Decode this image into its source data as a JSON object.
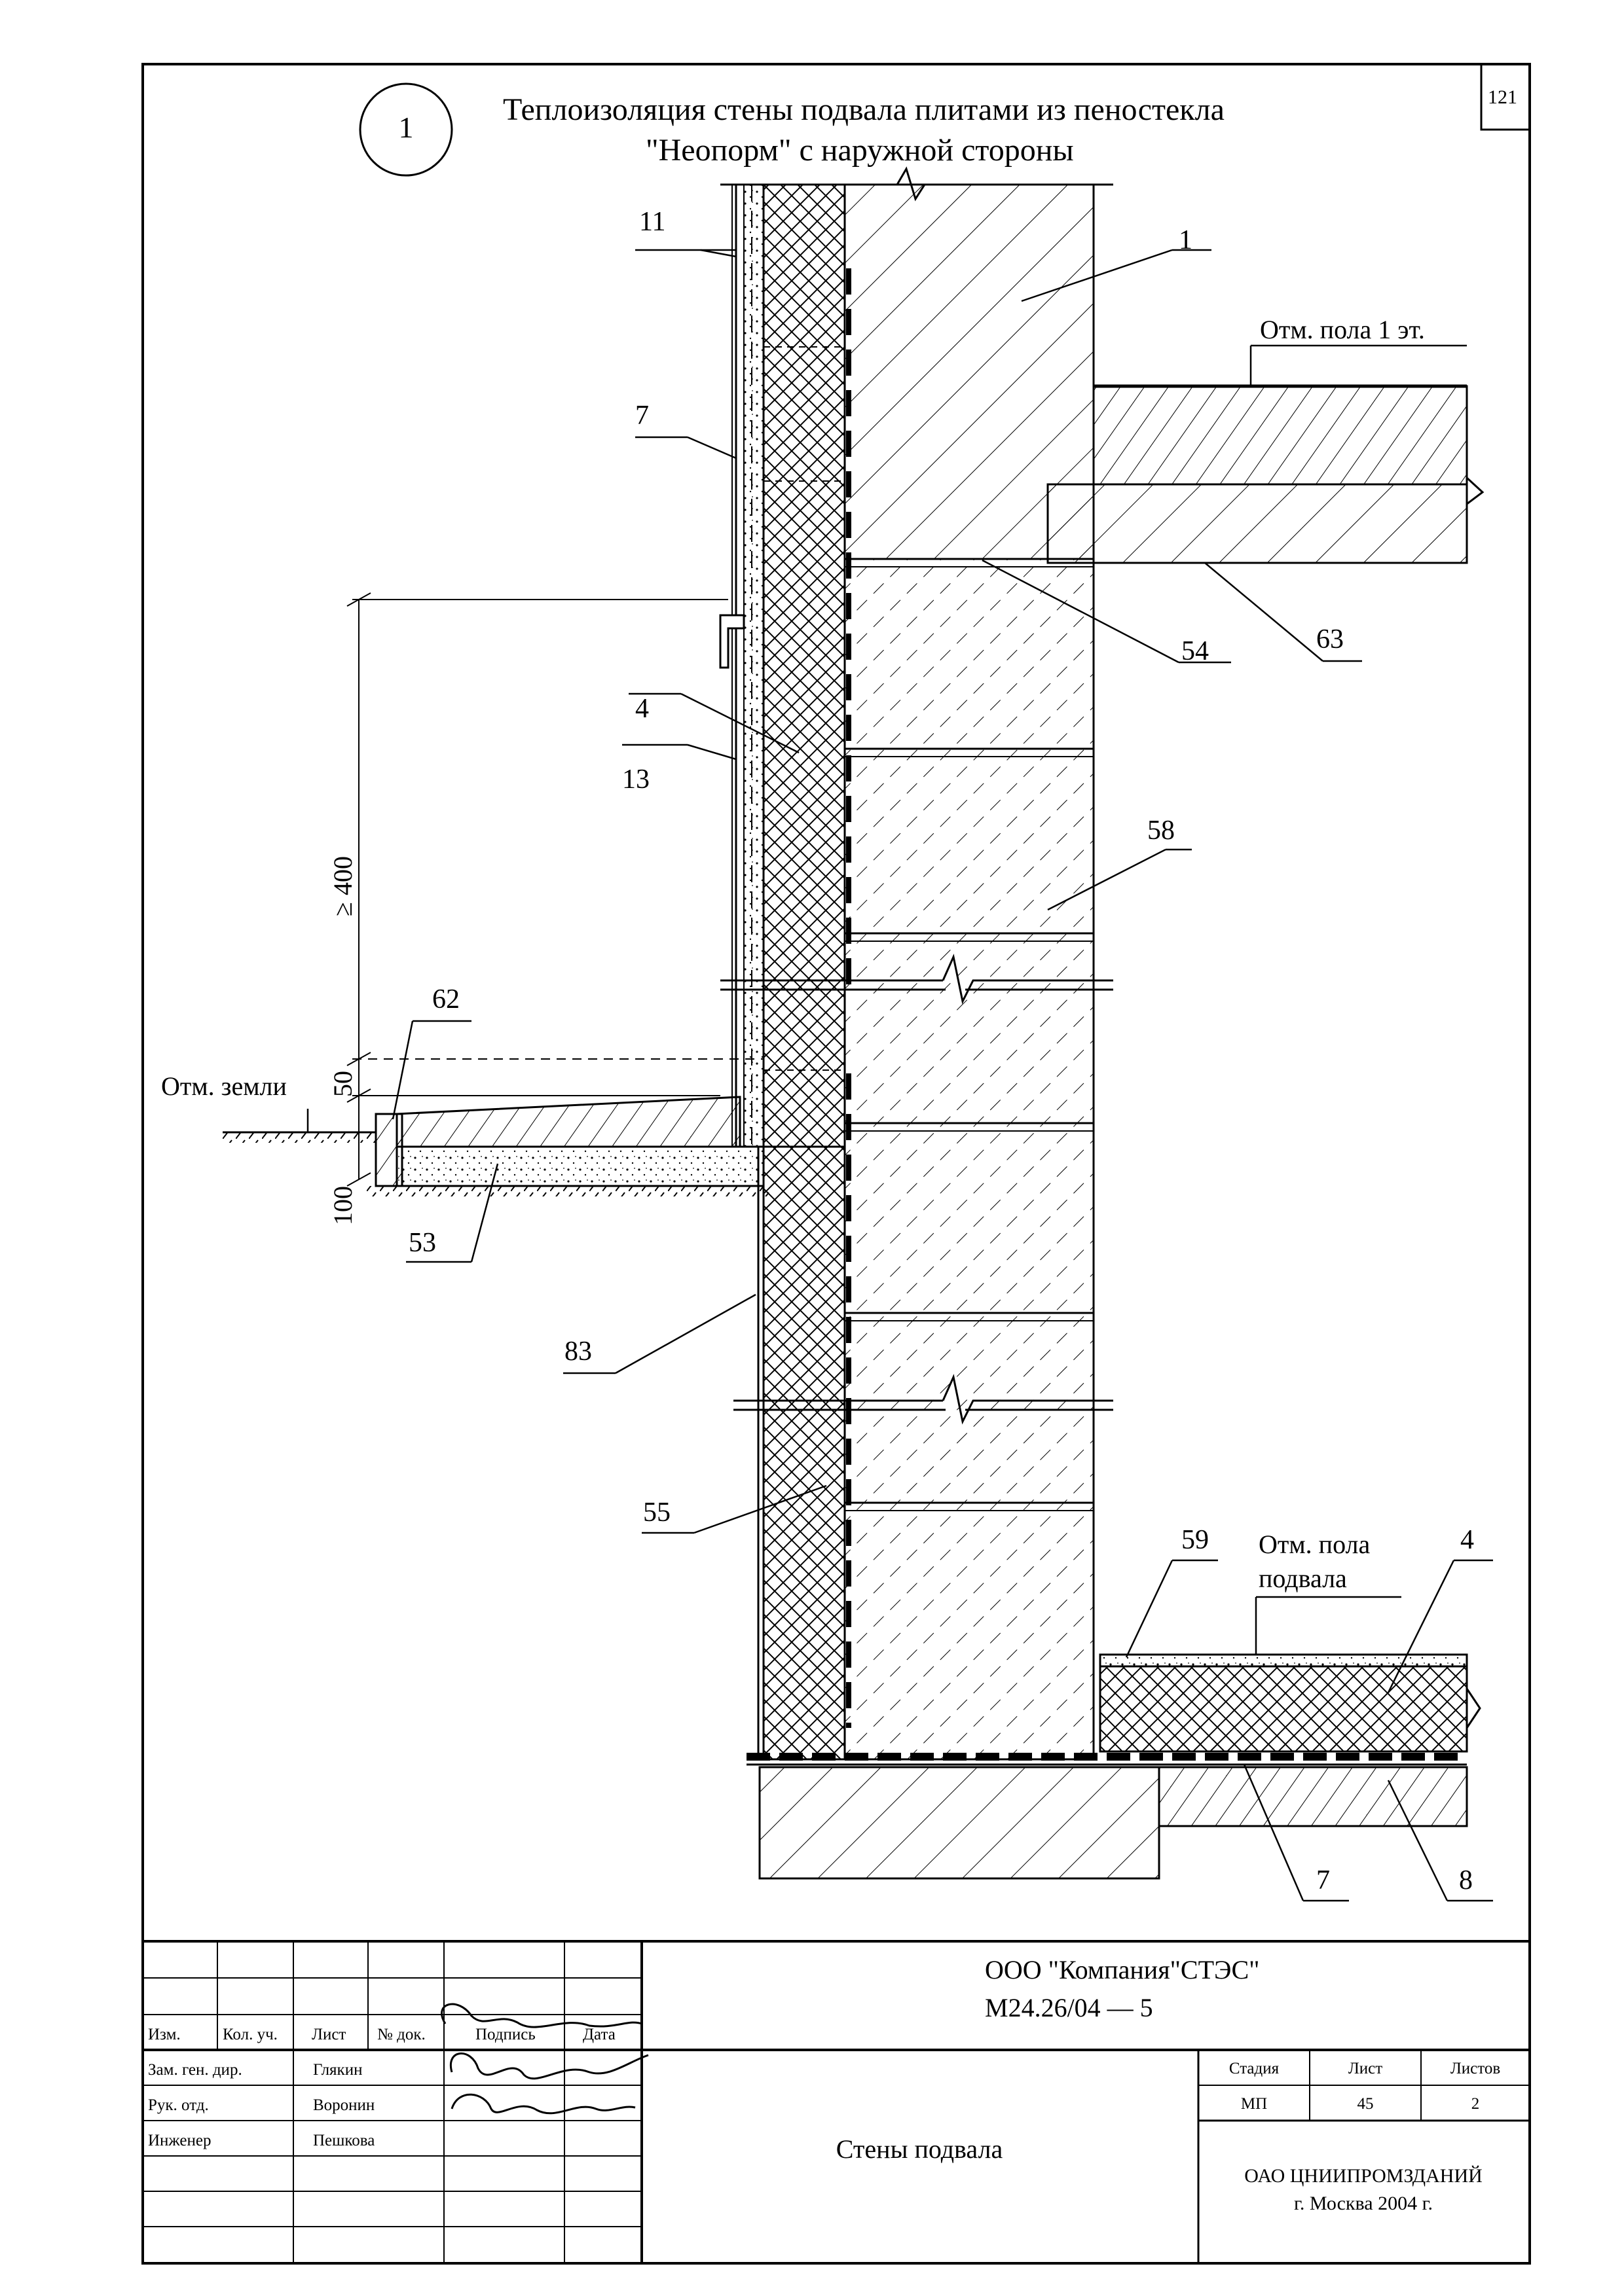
{
  "sheet_number": "121",
  "detail": {
    "number": "1",
    "title_line1": "Теплоизоляция стены подвала плитами из пеностекла",
    "title_line2": "\"Неопорм\" с наружной стороны"
  },
  "callouts": {
    "c1": "1",
    "c4a": "4",
    "c4b": "4",
    "c7a": "7",
    "c7b": "7",
    "c8": "8",
    "c11": "11",
    "c13": "13",
    "c53": "53",
    "c54": "54",
    "c55": "55",
    "c58": "58",
    "c59": "59",
    "c62": "62",
    "c63": "63",
    "c83": "83"
  },
  "levels": {
    "floor1": "Отм. пола 1 эт.",
    "ground": "Отм. земли",
    "basement_line1": "Отм. пола",
    "basement_line2": "подвала"
  },
  "dimensions": {
    "d400": "≥ 400",
    "d50": "50",
    "d100": "100"
  },
  "title_block": {
    "company": "ООО \"Компания\"СТЭС\"",
    "doc_code": "М24.26/04   —  5",
    "drawing_name": "Стены подвала",
    "org_line1": "ОАО ЦНИИПРОМЗДАНИЙ",
    "org_line2": "г. Москва 2004 г.",
    "headers": {
      "izm": "Изм.",
      "kol": "Кол. уч.",
      "list": "Лист",
      "doc": "№ док.",
      "sign": "Подпись",
      "date": "Дата"
    },
    "roles": [
      {
        "role": "Зам. ген. дир.",
        "name": "Глякин"
      },
      {
        "role": "Рук. отд.",
        "name": "Воронин"
      },
      {
        "role": "Инженер",
        "name": "Пешкова"
      }
    ],
    "stage": {
      "stage_label": "Стадия",
      "sheet_label": "Лист",
      "sheets_label": "Листов",
      "stage_value": "МП",
      "sheet_value": "45",
      "sheets_value": "2"
    }
  }
}
